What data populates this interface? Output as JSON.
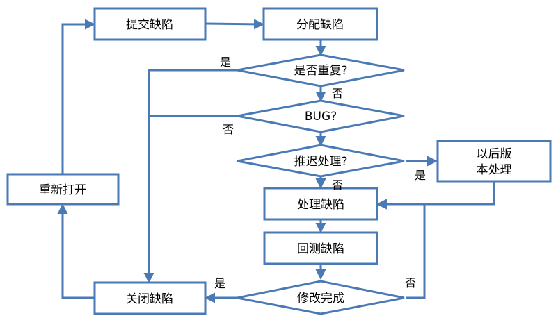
{
  "diagram": {
    "colors": {
      "line": "#4a7ab5",
      "fill": "#ffffff",
      "text": "#000000"
    },
    "nodes": {
      "submit": "提交缺陷",
      "assign": "分配缺陷",
      "duplicate": "是否重复?",
      "bug": "BUG?",
      "defer": "推迟处理?",
      "next_version_line1": "以后版",
      "next_version_line2": "本处理",
      "handle": "处理缺陷",
      "retest": "回测缺陷",
      "fixed": "修改完成",
      "close": "关闭缺陷",
      "reopen": "重新打开"
    },
    "edge_labels": {
      "dup_yes": "是",
      "dup_no": "否",
      "bug_no": "否",
      "defer_yes": "是",
      "defer_no": "否",
      "fixed_yes": "是",
      "fixed_no": "否"
    }
  }
}
